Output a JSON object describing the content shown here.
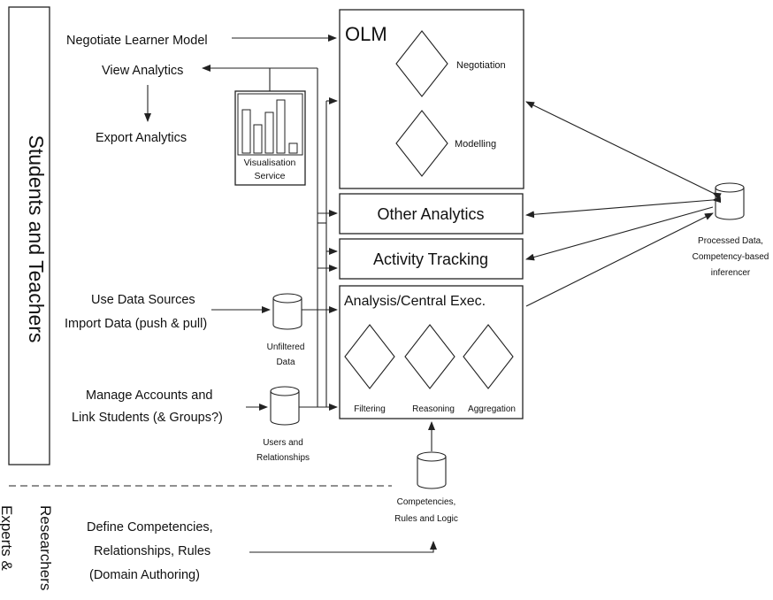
{
  "actors": {
    "students_teachers": "Students and Teachers",
    "experts_line1": "Experts &",
    "experts_line2": "Researchers"
  },
  "actions": {
    "negotiate": "Negotiate Learner Model",
    "view_analytics": "View Analytics",
    "export_analytics": "Export Analytics",
    "use_sources": "Use Data Sources",
    "import_data": "Import Data (push & pull)",
    "manage_accounts": "Manage Accounts and",
    "link_students": "Link Students (& Groups?)",
    "define_line1": "Define Competencies,",
    "define_line2": "Relationships, Rules",
    "define_line3": "(Domain Authoring)"
  },
  "visualisation": {
    "line1": "Visualisation",
    "line2": "Service"
  },
  "olm": {
    "title": "OLM",
    "negotiation": "Negotiation",
    "modelling": "Modelling"
  },
  "modules": {
    "other_analytics": "Other Analytics",
    "activity_tracking": "Activity Tracking"
  },
  "analysis": {
    "title": "Analysis/Central Exec.",
    "filtering": "Filtering",
    "reasoning": "Reasoning",
    "aggregation": "Aggregation"
  },
  "stores": {
    "unfiltered_line1": "Unfiltered",
    "unfiltered_line2": "Data",
    "users_line1": "Users and",
    "users_line2": "Relationships",
    "competencies_line1": "Competencies,",
    "competencies_line2": "Rules and Logic",
    "processed_line1": "Processed Data,",
    "processed_line2": "Competency-based",
    "processed_line3": "inferencer"
  }
}
